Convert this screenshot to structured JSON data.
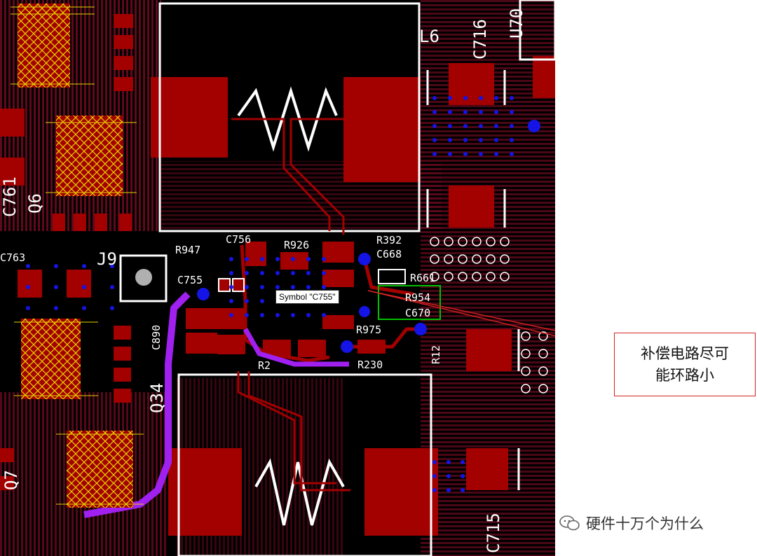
{
  "tooltip": {
    "text": "Symbol \"C755\""
  },
  "annotation": {
    "line1": "补偿电路尽可",
    "line2": "能环路小"
  },
  "watermark": {
    "text": "硬件十万个为什么"
  },
  "silkscreen": {
    "r947": "R947",
    "c756": "C756",
    "r926": "R926",
    "r392": "R392",
    "c668": "C668",
    "c755": "C755",
    "r661": "R661",
    "r954": "R954",
    "c670": "C670",
    "r975": "R975",
    "r2": "R2",
    "r230": "R230",
    "r12": "R12",
    "c763": "C763",
    "c890": "C890",
    "l6": "L6",
    "c716": "C716",
    "u70": "U70",
    "j9": "J9",
    "q6": "Q6",
    "c761": "C761",
    "q34": "Q34",
    "q7": "Q7",
    "c715": "C715"
  },
  "colors": {
    "copper": "#a30000",
    "via": "#1414e6",
    "silk": "#ffffff",
    "highlight_trace": "#a020f0",
    "grid_trace": "#7a0a2a",
    "pad_hatch": "#e6d200",
    "callout_border": "#d32020",
    "component_outline": "#00c000"
  }
}
